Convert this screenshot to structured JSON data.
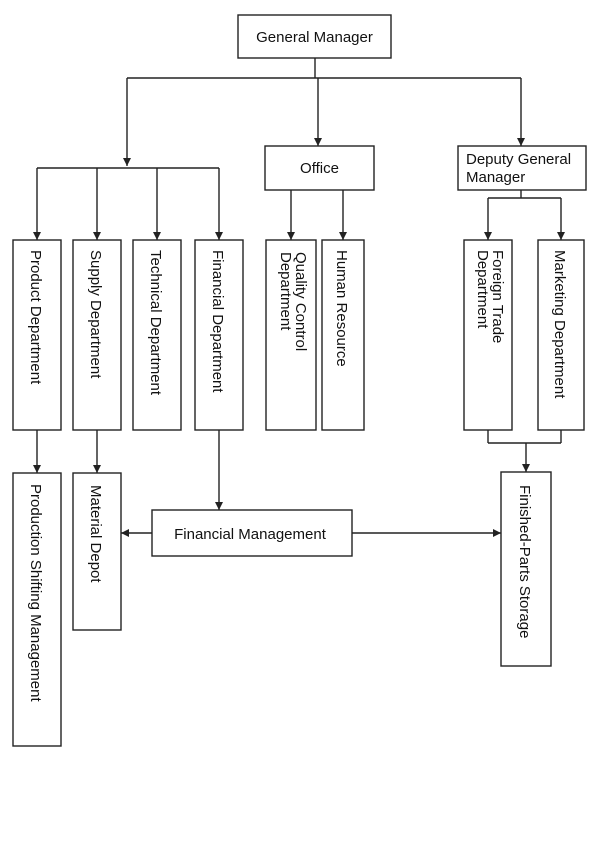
{
  "nodes": {
    "general_manager": "General Manager",
    "office": "Office",
    "deputy_gm_line1": "Deputy General",
    "deputy_gm_line2": "Manager",
    "product_department": "Product Department",
    "supply_department": "Supply Department",
    "technical_department": "Technical Department",
    "financial_department": "Financial Department",
    "quality_control_line1": "Quality Control",
    "quality_control_line2": "Department",
    "human_resource": "Human Resource",
    "foreign_trade_line1": "Foreign Trade",
    "foreign_trade_line2": "Department",
    "marketing_department": "Marketing Department",
    "production_shifting_management": "Production Shifting Management",
    "material_depot": "Material Depot",
    "financial_management": "Financial Management",
    "finished_parts_storage": "Finished-Parts Storage"
  },
  "colors": {
    "line": "#222222",
    "box_fill": "#ffffff",
    "text": "#111111"
  }
}
